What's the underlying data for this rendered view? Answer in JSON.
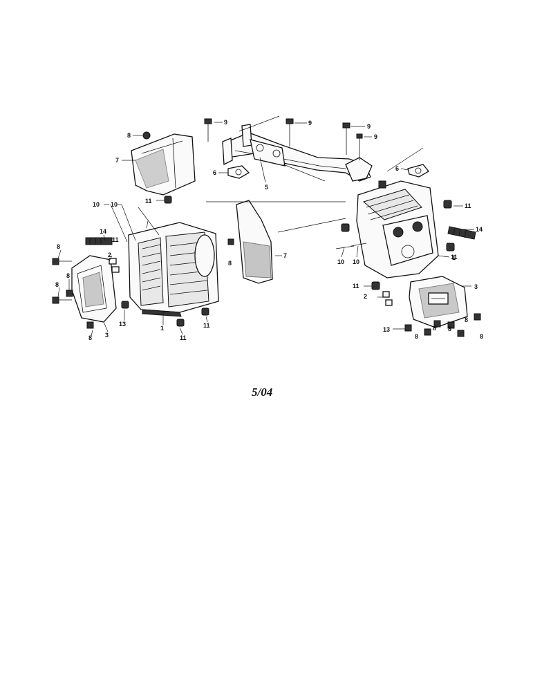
{
  "diagram": {
    "date": "5/04",
    "callouts": {
      "c1": "1",
      "c2": "2",
      "c3": "3",
      "c5": "5",
      "c6": "6",
      "c7": "7",
      "c8": "8",
      "c9": "9",
      "c10": "10",
      "c11": "11",
      "c13": "13",
      "c14": "14"
    }
  }
}
